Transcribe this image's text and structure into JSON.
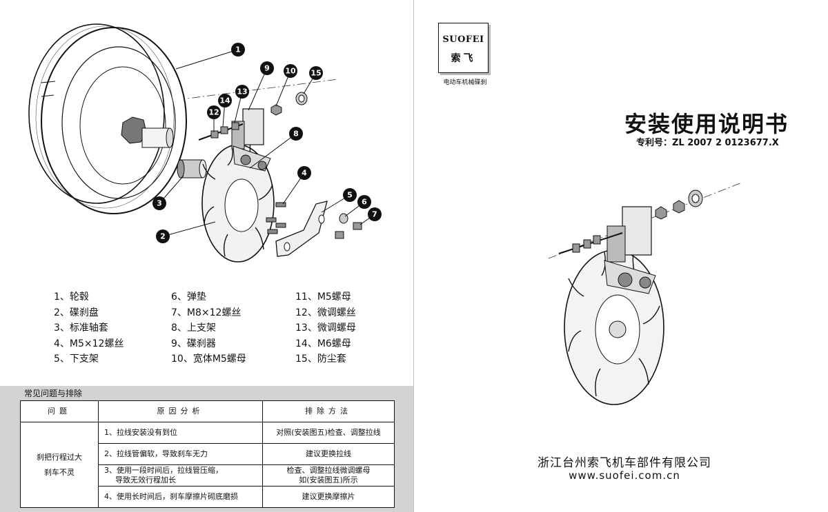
{
  "callouts": [
    "1",
    "2",
    "3",
    "4",
    "5",
    "6",
    "7",
    "8",
    "9",
    "10",
    "12",
    "13",
    "14",
    "15"
  ],
  "parts_list": {
    "col1": [
      "1、轮毂",
      "2、碟刹盘",
      "3、标准轴套",
      "4、M5×12螺丝",
      "5、下支架"
    ],
    "col2": [
      "6、弹垫",
      "7、M8×12螺丝",
      "8、上支架",
      "9、碟刹器",
      "10、宽体M5螺母"
    ],
    "col3": [
      "11、M5螺母",
      "12、微调螺丝",
      "13、微调螺母",
      "14、M6螺母",
      "15、防尘套"
    ]
  },
  "troubleshooting": {
    "title": "常见问题与排除",
    "headers": [
      "问题",
      "原因分析",
      "排除方法"
    ],
    "problem": [
      "刹把行程过大",
      "刹车不灵"
    ],
    "rows": [
      {
        "cause": "1、拉线安装没有到位",
        "fix": "对照(安装图五)检查、调整拉线"
      },
      {
        "cause": "2、拉线管偏软，导致刹车无力",
        "fix": "建议更换拉线"
      },
      {
        "cause": "3、使用一段时间后，拉线管压缩，导致无效行程加长",
        "fix": "检查、调整拉线微调螺母如(安装图五)所示"
      },
      {
        "cause": "4、使用长时间后，刹车摩擦片砌底磨损",
        "fix": "建议更换摩擦片"
      }
    ],
    "row3_cause_lines": [
      "3、使用一段时间后，拉线管压缩，",
      "导致无效行程加长"
    ],
    "row3_fix_lines": [
      "检查、调整拉线微调螺母",
      "如(安装图五)所示"
    ]
  },
  "logo": {
    "brand": "SUOFEI",
    "brand_cn": "索飞",
    "subtitle": "电动车机械碟刹"
  },
  "title": "安装使用说明书",
  "patent": "专利号：ZL 2007 2 0123677.X",
  "company": "浙江台州索飞机车部件有限公司",
  "website": "www.suofei.com.cn",
  "colors": {
    "ink": "#111111",
    "band": "#d3d3d3",
    "fold": "#bdbdbd"
  }
}
